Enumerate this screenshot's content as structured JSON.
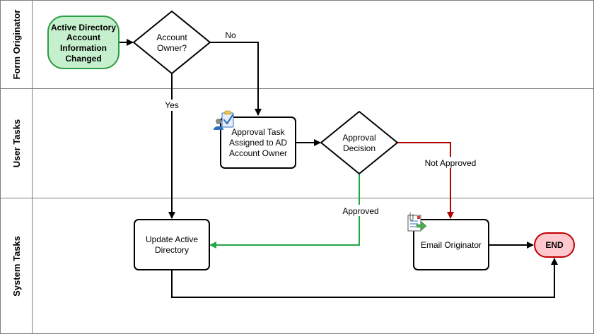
{
  "lanes": [
    {
      "label": "Form Originator"
    },
    {
      "label": "User Tasks"
    },
    {
      "label": "System Tasks"
    }
  ],
  "nodes": {
    "start": {
      "lines": [
        "Active Directory",
        "Account",
        "Information",
        "Changed"
      ],
      "fill": "#c6efce",
      "stroke": "#2e9e45"
    },
    "account_owner": {
      "lines": [
        "Account",
        "Owner?"
      ]
    },
    "approval_task": {
      "lines": [
        "Approval Task",
        "Assigned to AD",
        "Account Owner"
      ]
    },
    "approval_decision": {
      "lines": [
        "Approval",
        "Decision"
      ]
    },
    "update_ad": {
      "lines": [
        "Update Active",
        "Directory"
      ]
    },
    "email_originator": {
      "lines": [
        "Email Originator"
      ]
    },
    "end": {
      "lines": [
        "END"
      ],
      "fill": "#ffc7ce",
      "stroke": "#c00000"
    }
  },
  "edges": {
    "no_label": "No",
    "yes_label": "Yes",
    "not_approved_label": "Not Approved",
    "approved_label": "Approved"
  },
  "colors": {
    "approved_edge": "#22a845",
    "not_approved_edge": "#b00000",
    "default_edge": "#000000",
    "icon_blue": "#2f6fbf",
    "icon_green": "#4caf50",
    "icon_red": "#d9363e"
  },
  "icons": {
    "user_task": "user-task-icon",
    "email_task": "email-task-icon"
  }
}
